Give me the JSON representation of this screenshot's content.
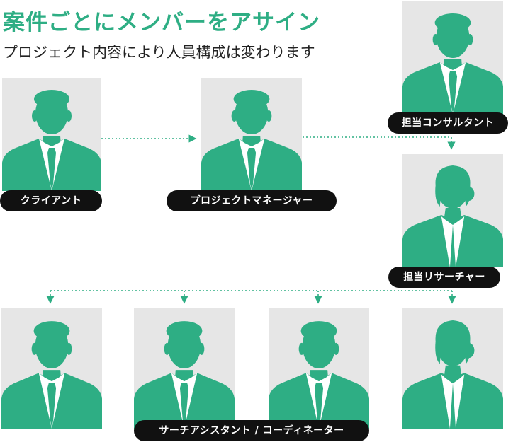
{
  "header": {
    "title": "案件ごとにメンバーをアサイン",
    "subtitle": "プロジェクト内容により人員構成は変わります"
  },
  "roles": {
    "client": "クライアント",
    "project_manager": "プロジェクトマネージャー",
    "consultant": "担当コンサルタント",
    "researcher": "担当リサーチャー",
    "assistant": "サーチアシスタント / コーディネーター"
  },
  "colors": {
    "accent": "#2eae84",
    "card_bg": "#e6e6e6",
    "label_bg": "#111111",
    "label_text": "#ffffff"
  }
}
